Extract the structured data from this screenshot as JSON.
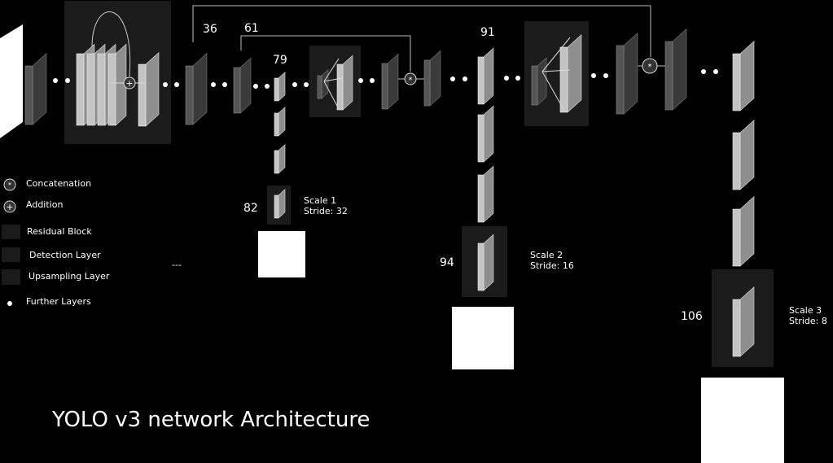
{
  "title": "YOLO v3 network Architecture",
  "layer_numbers": {
    "l36": "36",
    "l61": "61",
    "l79": "79",
    "l91": "91",
    "l82": "82",
    "l94": "94",
    "l106": "106"
  },
  "scales": {
    "scale1": {
      "name": "Scale 1",
      "stride": "Stride: 32"
    },
    "scale2": {
      "name": "Scale 2",
      "stride": "Stride: 16"
    },
    "scale3": {
      "name": "Scale 3",
      "stride": "Stride: 8"
    }
  },
  "legend": {
    "concatenation": "Concatenation",
    "addition": "Addition",
    "residual_block": "Residual Block",
    "detection_layer": "Detection Layer",
    "upsampling_layer": "Upsampling Layer",
    "further_layers": "Further Layers"
  },
  "misc": {
    "dash_left": "---",
    "concat_symbol": "*",
    "add_symbol": "+"
  },
  "colors": {
    "background": "#000000",
    "layer_dark": "#4d4d4d",
    "layer_light": "#bdbdbd",
    "panel": "#1a1a1a"
  }
}
